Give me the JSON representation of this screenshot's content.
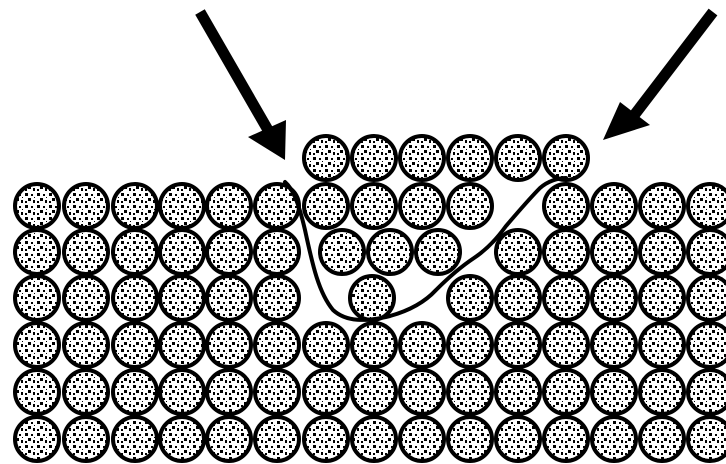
{
  "diagram": {
    "caption": "",
    "description_visible_text": "",
    "colors": {
      "background": "#ffffff",
      "outline": "#000000",
      "particle_fill": "#ffffff",
      "speckle": "#000000"
    },
    "elements": {
      "arrows": 2,
      "boundary_curve": 1,
      "particle_style": "speckled-circle"
    }
  }
}
